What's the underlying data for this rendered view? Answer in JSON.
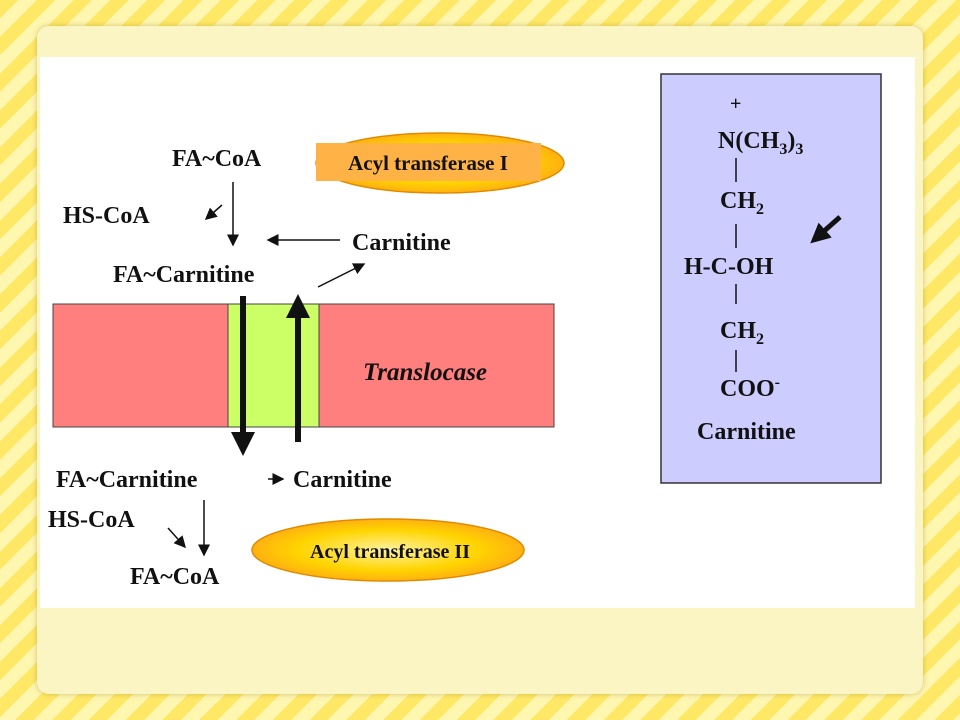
{
  "pathway": {
    "fa_coa_top": "FA~CoA",
    "hs_coa_top": "HS-CoA",
    "fa_carnitine_top": "FA~Carnitine",
    "carnitine_top": "Carnitine",
    "enzyme_1": "Acyl transferase I",
    "translocase": "Translocase",
    "fa_carnitine_bottom": "FA~Carnitine",
    "carnitine_bottom": "Carnitine",
    "hs_coa_bottom": "HS-CoA",
    "fa_coa_bottom": "FA~CoA",
    "enzyme_2": "Acyl transferase II"
  },
  "structure": {
    "charge": "+",
    "n_group_main": "N(CH",
    "n_group_sub": "3",
    "n_group_close": ")",
    "n_group_sub2": "3",
    "ch2_top_main": "CH",
    "ch2_top_sub": "2",
    "hcoh": "H-C-OH",
    "ch2_bottom_main": "CH",
    "ch2_bottom_sub": "2",
    "coo_main": "COO",
    "coo_sup": "-",
    "name": "Carnitine"
  },
  "colors": {
    "membrane": "#ff7f7f",
    "channel": "#ccff66",
    "structure_box": "#ccccff",
    "enzyme_fill": "#ffd700",
    "enzyme_label": "#ffb347"
  }
}
